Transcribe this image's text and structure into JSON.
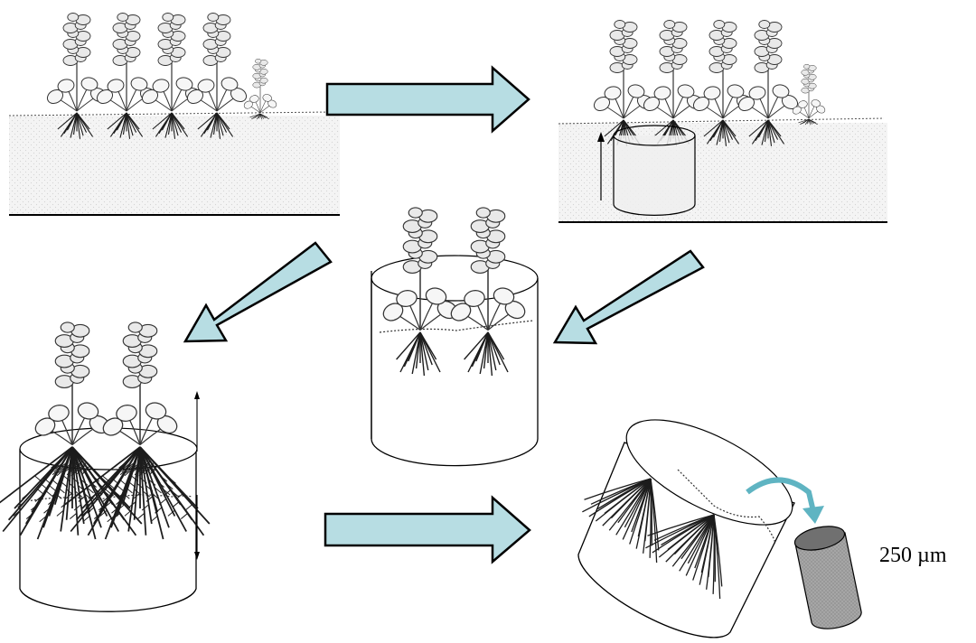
{
  "diagram": {
    "sieve_label": "250 µm",
    "colors": {
      "arrow_fill": "#b7dde3",
      "arrow_stroke": "#000000",
      "water": "#f1f1f1",
      "stipple": "#dcdcdc",
      "line": "#000000",
      "leaf": "#f6f6f6",
      "leaf_stroke": "#333333",
      "flower": "#e9e9e9",
      "root": "#1c1c1c",
      "sieve_fill": "#9c9c9c",
      "sieve_top": "#6f6f6f"
    },
    "panels": [
      "floating-plants-on-water",
      "corer-inserted-under-plants",
      "plants-enclosed-in-corer",
      "corer-lifted-with-sample",
      "sample-poured-through-sieve"
    ]
  }
}
